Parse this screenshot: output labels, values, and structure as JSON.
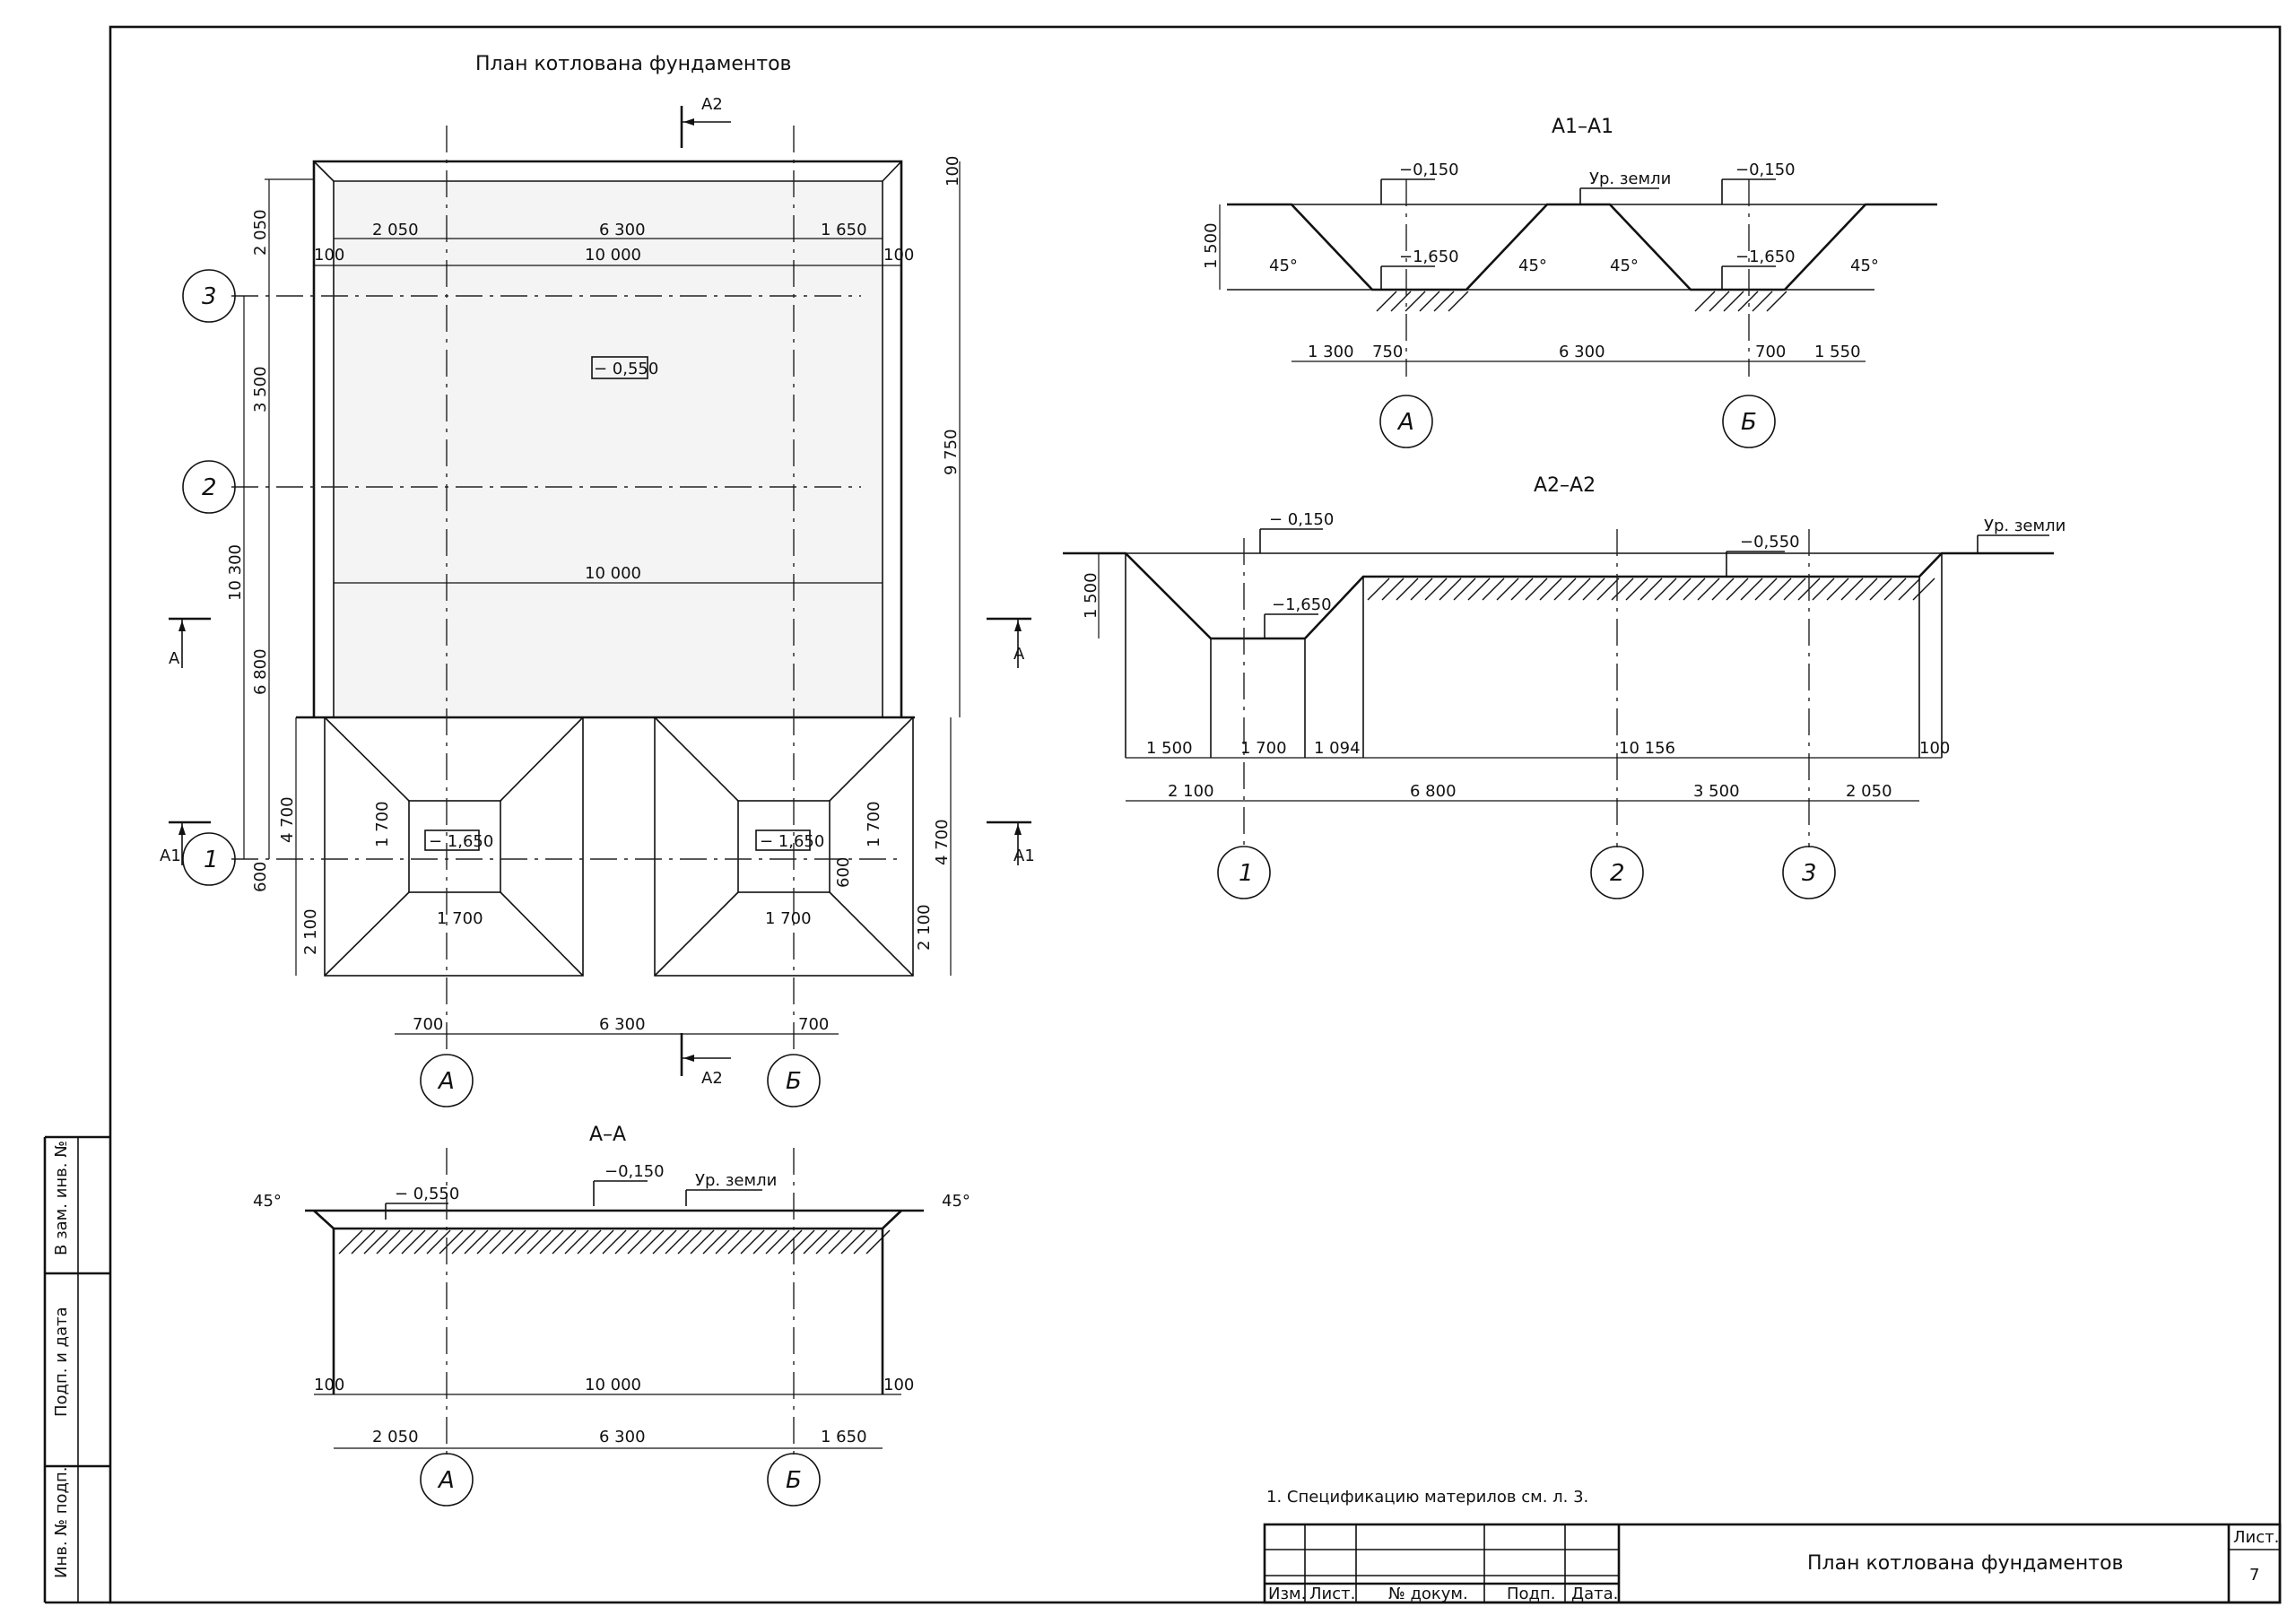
{
  "plan": {
    "title": "План котлована фундаментов",
    "dims_top": [
      "2 050",
      "6 300",
      "1 650"
    ],
    "dim_total": "10 000",
    "dim_total_mid": "10 000",
    "dim_100": "100",
    "level_plan": "− 0,550",
    "level_pit": "− 1,650",
    "dims_left": [
      "2 050",
      "3 500",
      "10 300",
      "6 800"
    ],
    "dim_right": "9 750",
    "dim_4700": "4 700",
    "dim_2100": "2 100",
    "dim_600": "600",
    "dim_1700": "1 700",
    "dims_bottom": [
      "700",
      "6 300",
      "700"
    ],
    "sections": [
      "А2",
      "А",
      "А1"
    ]
  },
  "axes": {
    "letters": [
      "А",
      "Б"
    ],
    "numbers": [
      "1",
      "2",
      "3"
    ]
  },
  "section_aa": {
    "title": "А–А",
    "levels": [
      "− 0,550",
      "−0,150"
    ],
    "ground": "Ур. земли",
    "angle": "45°",
    "dims": [
      "100",
      "10 000",
      "100"
    ],
    "dims_axes": [
      "2 050",
      "6 300",
      "1 650"
    ]
  },
  "section_a1": {
    "title": "А1–А1",
    "levels": [
      "−0,150",
      "−1,650"
    ],
    "ground": "Ур. земли",
    "angle": "45°",
    "dim_h": "1 500",
    "dims": [
      "1 300",
      "750",
      "6 300",
      "700",
      "1 550"
    ]
  },
  "section_a2": {
    "title": "А2–А2",
    "levels": [
      "− 0,150",
      "−1,650",
      "−0,550"
    ],
    "ground": "Ур. земли",
    "dim_h": "1 500",
    "dims1": [
      "1 500",
      "1 700",
      "1 094",
      "10 156",
      "100"
    ],
    "dims2": [
      "2 100",
      "6 800",
      "3 500",
      "2 050"
    ]
  },
  "note": "1. Спецификацию материлов см. л. 3.",
  "side_stamp": [
    "В зам. инв. №",
    "Подп. и дата",
    "Инв. № подп."
  ],
  "title_block": {
    "headers": [
      "Изм.",
      "Лист.",
      "№ докум.",
      "Подп.",
      "Дата."
    ],
    "title": "План котлована фундаментов",
    "sheet_label": "Лист.",
    "sheet_no": "7"
  }
}
